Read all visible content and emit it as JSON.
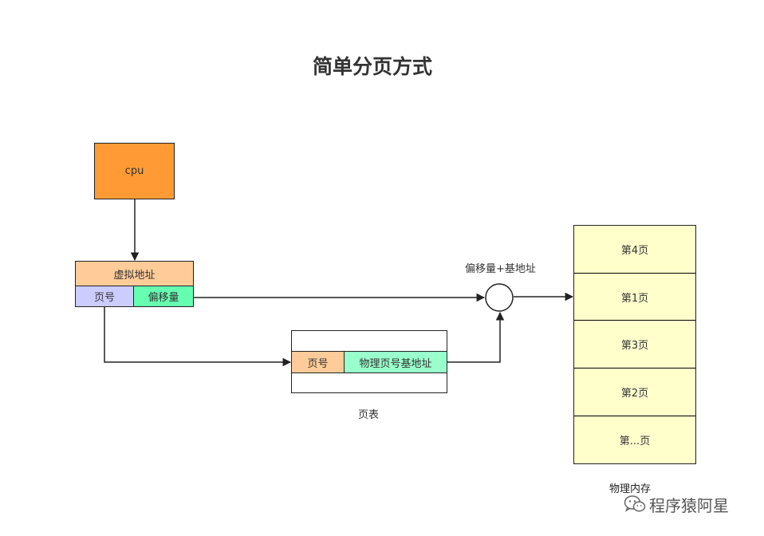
{
  "title": "简单分页方式",
  "cpu": {
    "label": "cpu",
    "color": "#ff9a35"
  },
  "virtual_address": {
    "label": "虚拟地址",
    "page_number": "页号",
    "offset": "偏移量",
    "colors": {
      "header": "#ffcc99",
      "page_number": "#ccccff",
      "offset": "#66ffb2"
    }
  },
  "page_table": {
    "caption": "页表",
    "page_number": "页号",
    "frame_base": "物理页号基地址",
    "colors": {
      "page_number": "#ffcc99",
      "frame_base": "#99ffcc"
    }
  },
  "adder": {
    "label": "偏移量+基地址"
  },
  "physical_memory": {
    "caption": "物理内存",
    "color": "#ffffcc",
    "frames": [
      "第4页",
      "第1页",
      "第3页",
      "第2页",
      "第...页"
    ]
  },
  "watermark": {
    "text": "程序猿阿星",
    "icon": "wechat-icon"
  }
}
